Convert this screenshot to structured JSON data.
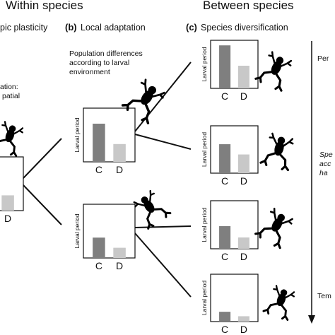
{
  "headers": {
    "within": "Within species",
    "between": "Between species"
  },
  "panels": {
    "a_fragment": "pic plasticity",
    "b_letter": "(b)",
    "b_title": "Local adaptation",
    "c_letter": "(c)",
    "c_title": "Species diversification"
  },
  "notes": {
    "population": [
      "Population differences",
      "according to larval",
      "environment"
    ],
    "left_fragment": [
      "ation:",
      "patial"
    ]
  },
  "axis": {
    "ylabel": "Larval period",
    "c_label": "C",
    "d_label": "D"
  },
  "right_fragments": {
    "top": "Per",
    "mid": [
      "Spe",
      "acc",
      "ha"
    ],
    "bottom": "Tem"
  },
  "colors": {
    "bar_c": "#7f7f7f",
    "bar_d": "#c8c8c8",
    "frog": "#000000"
  },
  "chart_data": [
    {
      "id": "a-partial",
      "type": "bar",
      "categories": [
        "C",
        "D"
      ],
      "values": [
        null,
        0.3
      ]
    },
    {
      "id": "b-top",
      "type": "bar",
      "categories": [
        "C",
        "D"
      ],
      "values": [
        0.75,
        0.35
      ]
    },
    {
      "id": "b-bottom",
      "type": "bar",
      "categories": [
        "C",
        "D"
      ],
      "values": [
        0.4,
        0.2
      ]
    },
    {
      "id": "c1",
      "type": "bar",
      "categories": [
        "C",
        "D"
      ],
      "values": [
        0.95,
        0.5
      ]
    },
    {
      "id": "c2",
      "type": "bar",
      "categories": [
        "C",
        "D"
      ],
      "values": [
        0.65,
        0.42
      ]
    },
    {
      "id": "c3",
      "type": "bar",
      "categories": [
        "C",
        "D"
      ],
      "values": [
        0.5,
        0.25
      ]
    },
    {
      "id": "c4",
      "type": "bar",
      "categories": [
        "C",
        "D"
      ],
      "values": [
        0.22,
        0.12
      ]
    }
  ]
}
